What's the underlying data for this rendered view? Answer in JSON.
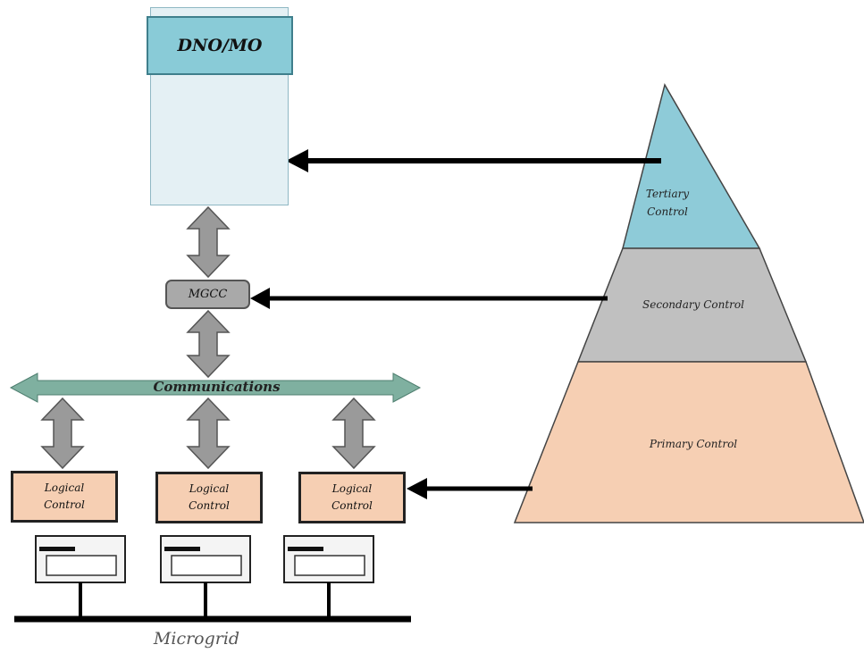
{
  "operator": {
    "title": "DNO/MO"
  },
  "mgcc": {
    "label": "MGCC"
  },
  "communications": {
    "label": "Communications"
  },
  "logical_controls": [
    {
      "line1": "Logical",
      "line2": "Control"
    },
    {
      "line1": "Logical",
      "line2": "Control"
    },
    {
      "line1": "Logical",
      "line2": "Control"
    }
  ],
  "microgrid": {
    "label": "Microgrid"
  },
  "pyramid": {
    "tertiary": {
      "line1": "Tertiary",
      "line2": "Control"
    },
    "secondary": {
      "label": "Secondary Control"
    },
    "primary": {
      "label": "Primary Control"
    }
  },
  "colors": {
    "operator_header": "#89cbd7",
    "tertiary": "#8ecbd8",
    "secondary": "#c0c0c0",
    "primary": "#f6cfb3",
    "communications_bus": "#7fb0a0",
    "arrow_gray": "#9a9a9a"
  },
  "icons": [
    "computer-icon",
    "device-icon"
  ]
}
